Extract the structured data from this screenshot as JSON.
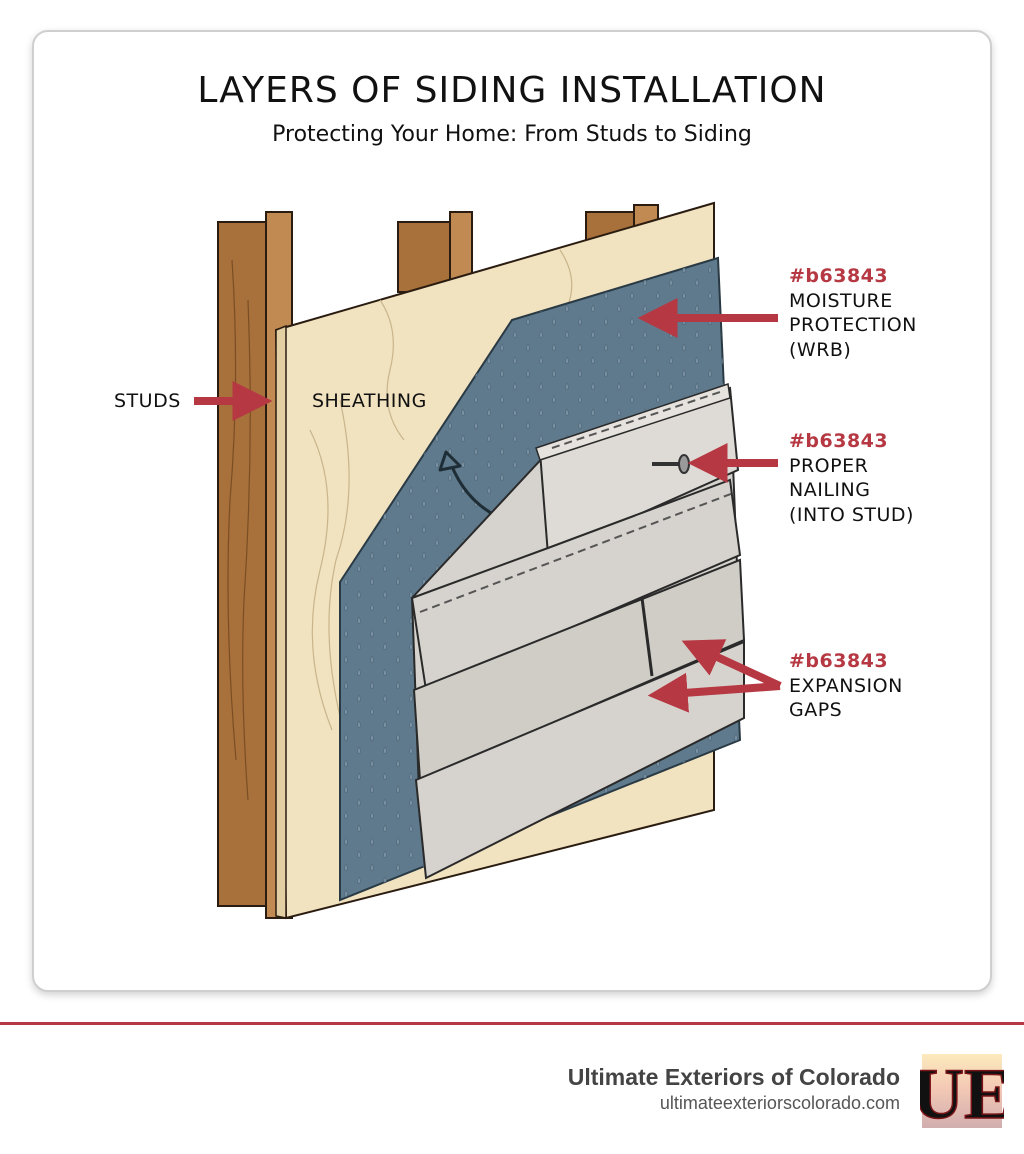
{
  "title": "LAYERS OF SIDING INSTALLATION",
  "subtitle": "Protecting Your Home: From Studs to Siding",
  "labels": {
    "studs": "STUDS",
    "sheathing": "SHEATHING",
    "moisture": {
      "code": "#b63843",
      "lines": [
        "MOISTURE",
        "PROTECTION",
        "(WRB)"
      ]
    },
    "nailing": {
      "code": "#b63843",
      "lines": [
        "PROPER",
        "NAILING",
        "(INTO STUD)"
      ]
    },
    "expansion": {
      "code": "#b63843",
      "lines": [
        "EXPANSION",
        "GAPS"
      ]
    }
  },
  "colors": {
    "accent": "#b63843",
    "wrb": "#5f7a8c",
    "sheathing": "#f1e2c0",
    "stud": "#a8703a",
    "siding": "#d6d3ce"
  },
  "footer": {
    "company": "Ultimate Exteriors of Colorado",
    "url": "ultimateexteriorscolorado.com",
    "logo_text": "UE"
  }
}
